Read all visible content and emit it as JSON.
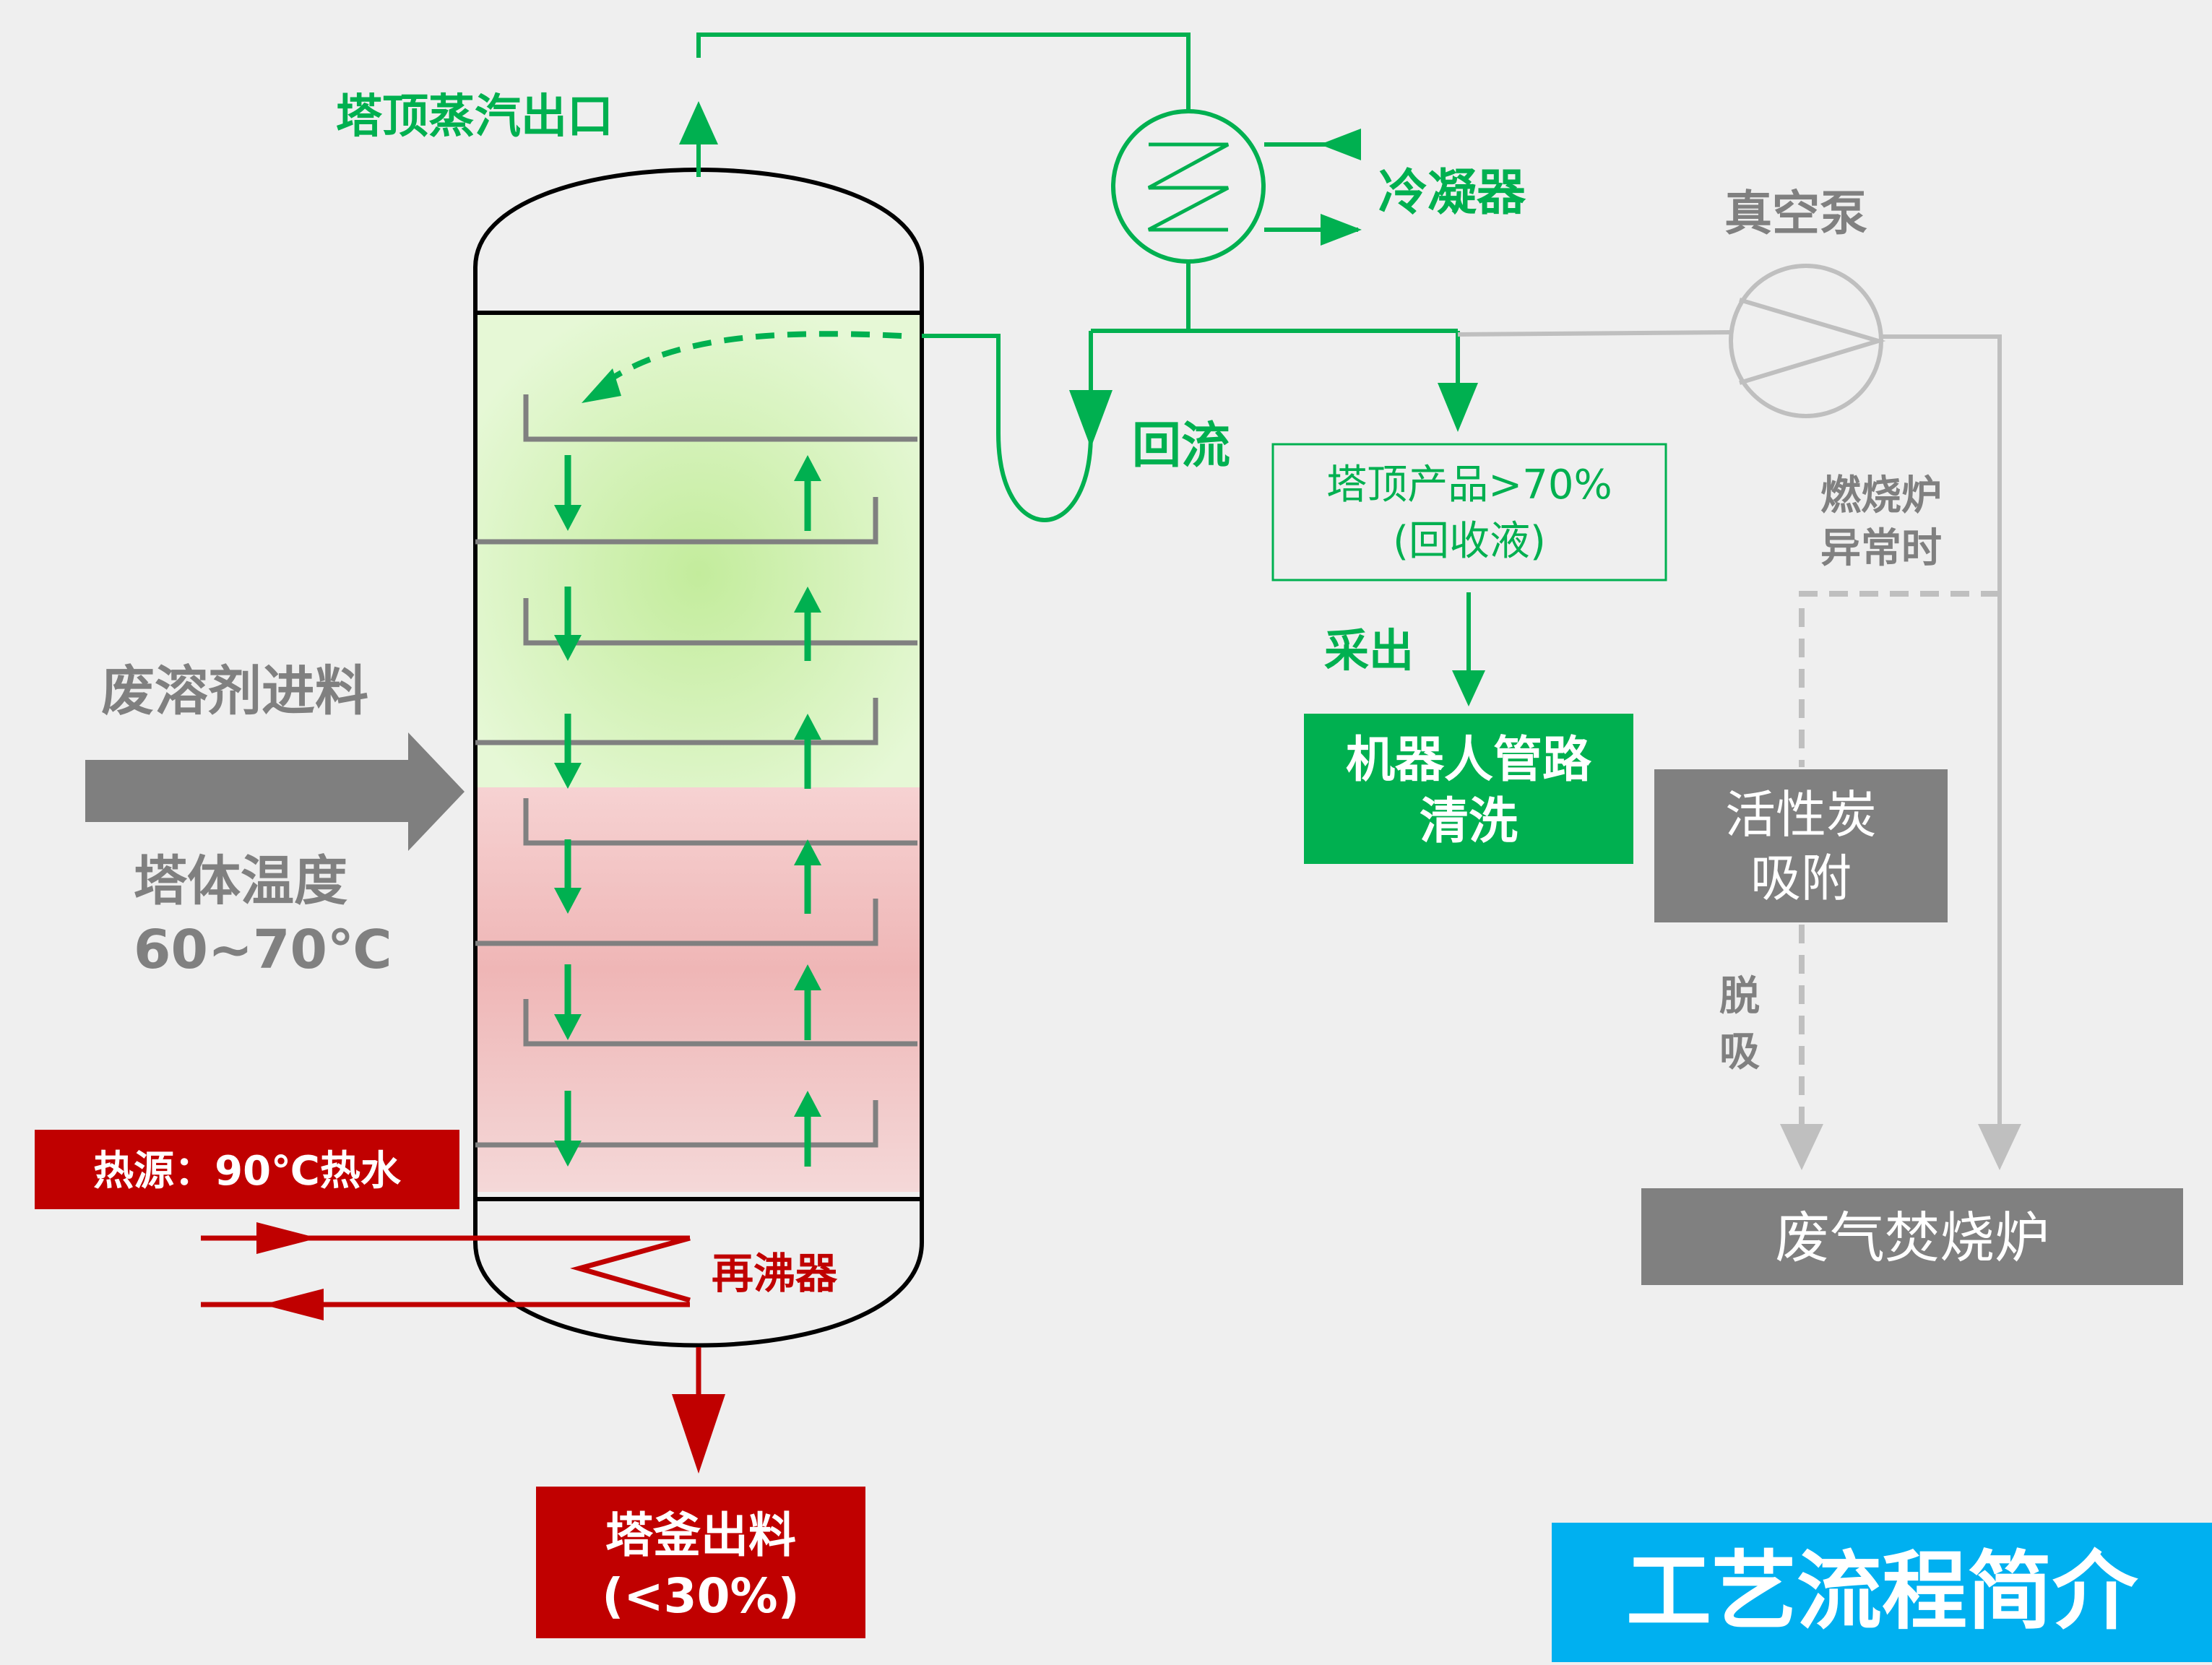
{
  "colors": {
    "green": "#00b050",
    "red": "#c00000",
    "gray_text": "#7f7f7f",
    "gray_line": "#bfbfbf",
    "gray_box": "#808080",
    "blue": "#00b0f0",
    "background": "#efefef"
  },
  "labels": {
    "top_vapor_outlet": "塔顶蒸汽出口",
    "condenser": "冷凝器",
    "vacuum_pump": "真空泵",
    "reflux": "回流",
    "furnace_abnormal": [
      "燃烧炉",
      "异常时"
    ],
    "waste_feed": "废溶剂进料",
    "tower_temp": [
      "塔体温度",
      "60~70℃"
    ],
    "heat_source": "热源：90℃热水",
    "reboiler": "再沸器",
    "take_off": "采出",
    "desorption": [
      "脱",
      "吸"
    ]
  },
  "boxes": {
    "top_product": [
      "塔顶产品>70%",
      "(回收液)"
    ],
    "robot_cleaning": [
      "机器人管路",
      "清洗"
    ],
    "activated_carbon": [
      "活性炭",
      "吸附"
    ],
    "waste_gas_incinerator": "废气焚烧炉",
    "bottom_output": [
      "塔釜出料",
      "(<30%)"
    ]
  },
  "title": "工艺流程简介"
}
